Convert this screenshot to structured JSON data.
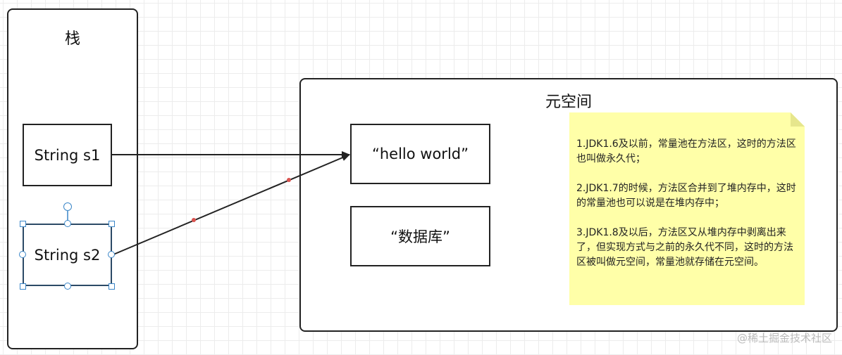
{
  "stack": {
    "title": "栈",
    "items": [
      {
        "id": "s1",
        "label": "String s1"
      },
      {
        "id": "s2",
        "label": "String s2"
      }
    ]
  },
  "metaspace": {
    "title": "元空间",
    "items": [
      {
        "id": "hello",
        "label": "“hello world”"
      },
      {
        "id": "db",
        "label": "“数据库”"
      }
    ],
    "note": {
      "paragraphs": [
        "1.JDK1.6及以前，常量池在方法区，这时的方法区也叫做永久代；",
        "2.JDK1.7的时候，方法区合并到了堆内存中，这时的常量池也可以说是在堆内存中；",
        "3.JDK1.8及以后，方法区又从堆内存中剥离出来了，但实现方式与之前的永久代不同，这时的方法区被叫做元空间，常量池就存储在元空间。"
      ],
      "color": "#ffffa8"
    }
  },
  "edges": [
    {
      "from": "String s1",
      "to": "“hello world”"
    },
    {
      "from": "String s2",
      "to": "“hello world”"
    }
  ],
  "selected_item": "String s2",
  "watermark": "@稀土掘金技术社区",
  "colors": {
    "stroke": "#222222",
    "selection_handle": "#3a86c8",
    "edge_waypoint": "#d9534f",
    "note_fill": "#ffffa8",
    "note_fold": "#e6e68c"
  }
}
